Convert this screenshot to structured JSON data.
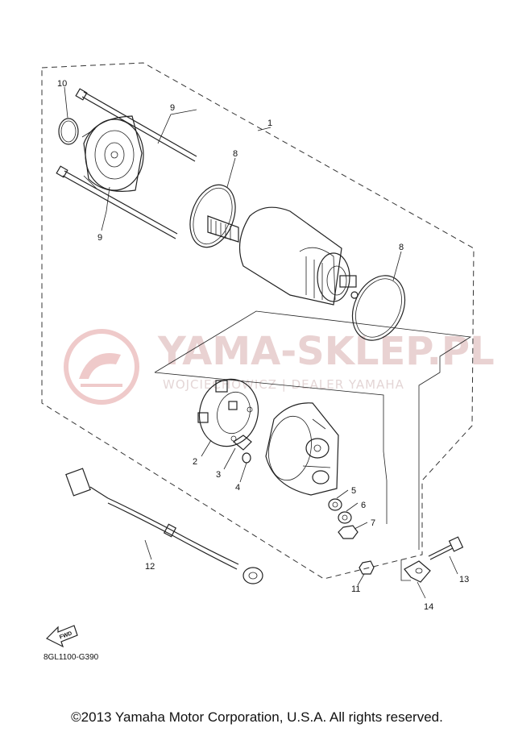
{
  "diagram": {
    "callouts": [
      "1",
      "2",
      "3",
      "4",
      "5",
      "6",
      "7",
      "8",
      "9",
      "10",
      "11",
      "12",
      "13",
      "14"
    ],
    "code": "8GL1100-G390",
    "fwd_label": "FWD"
  },
  "watermark": {
    "title": "YAMA-SKLEP.PL",
    "subtitle": "WOJCIECHOWICZ | DEALER YAMAHA",
    "color": "#e9cccc"
  },
  "footer": {
    "copyright": "©2013 Yamaha Motor Corporation, U.S.A. All rights reserved."
  }
}
